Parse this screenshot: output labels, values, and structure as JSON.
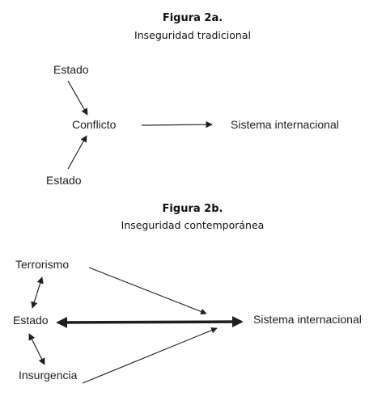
{
  "figure_a": {
    "title": "Figura 2a.",
    "subtitle": "Inseguridad tradicional",
    "nodes": {
      "estado_top": "Estado",
      "conflicto": "Conflicto",
      "sistema": "Sistema internacional",
      "estado_bottom": "Estado"
    }
  },
  "figure_b": {
    "title": "Figura 2b.",
    "subtitle": "Inseguridad contemporánea",
    "nodes": {
      "terrorismo": "Terrorismo",
      "estado": "Estado",
      "insurgencia": "Insurgencia",
      "sistema": "Sistema internacional"
    }
  },
  "colors": {
    "ink": "#1f1f1f",
    "background": "#ffffff"
  }
}
